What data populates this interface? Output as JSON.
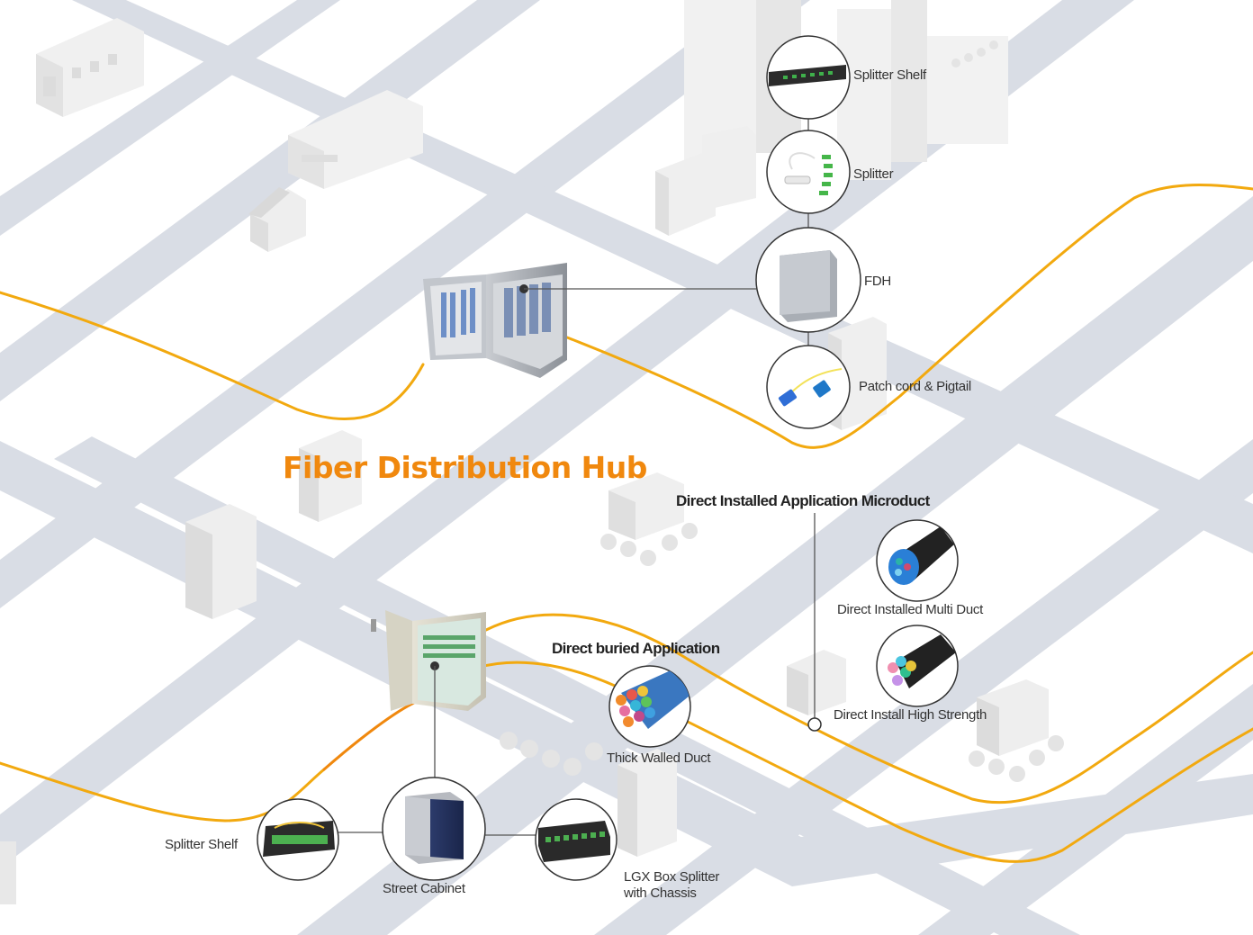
{
  "title": "Fiber Distribution Hub",
  "colors": {
    "accent": "#f0880e",
    "fiber_line": "#f2a90f",
    "road": "#d7dbe3",
    "building": "#ececec",
    "connector": "#555555"
  },
  "hub_components": [
    {
      "label": "Splitter Shelf",
      "icon": "splitter-shelf-icon"
    },
    {
      "label": "Splitter",
      "icon": "splitter-icon"
    },
    {
      "label": "FDH",
      "icon": "fdh-cabinet-icon"
    },
    {
      "label": "Patch cord & Pigtail",
      "icon": "patch-cord-icon"
    }
  ],
  "microduct": {
    "heading": "Direct Installed Application Microduct",
    "items": [
      {
        "label": "Direct Installed Multi Duct",
        "icon": "multi-duct-icon"
      },
      {
        "label": "Direct Install High Strength",
        "icon": "high-strength-duct-icon"
      }
    ]
  },
  "buried": {
    "heading": "Direct buried Application",
    "items": [
      {
        "label": "Thick Walled Duct",
        "icon": "thick-walled-duct-icon"
      }
    ]
  },
  "cabinet_components": [
    {
      "label": "Splitter Shelf",
      "icon": "splitter-shelf-icon"
    },
    {
      "label": "Street Cabinet",
      "icon": "street-cabinet-icon"
    },
    {
      "label_line1": "LGX Box Splitter",
      "label_line2": "with Chassis",
      "icon": "lgx-box-icon"
    }
  ]
}
